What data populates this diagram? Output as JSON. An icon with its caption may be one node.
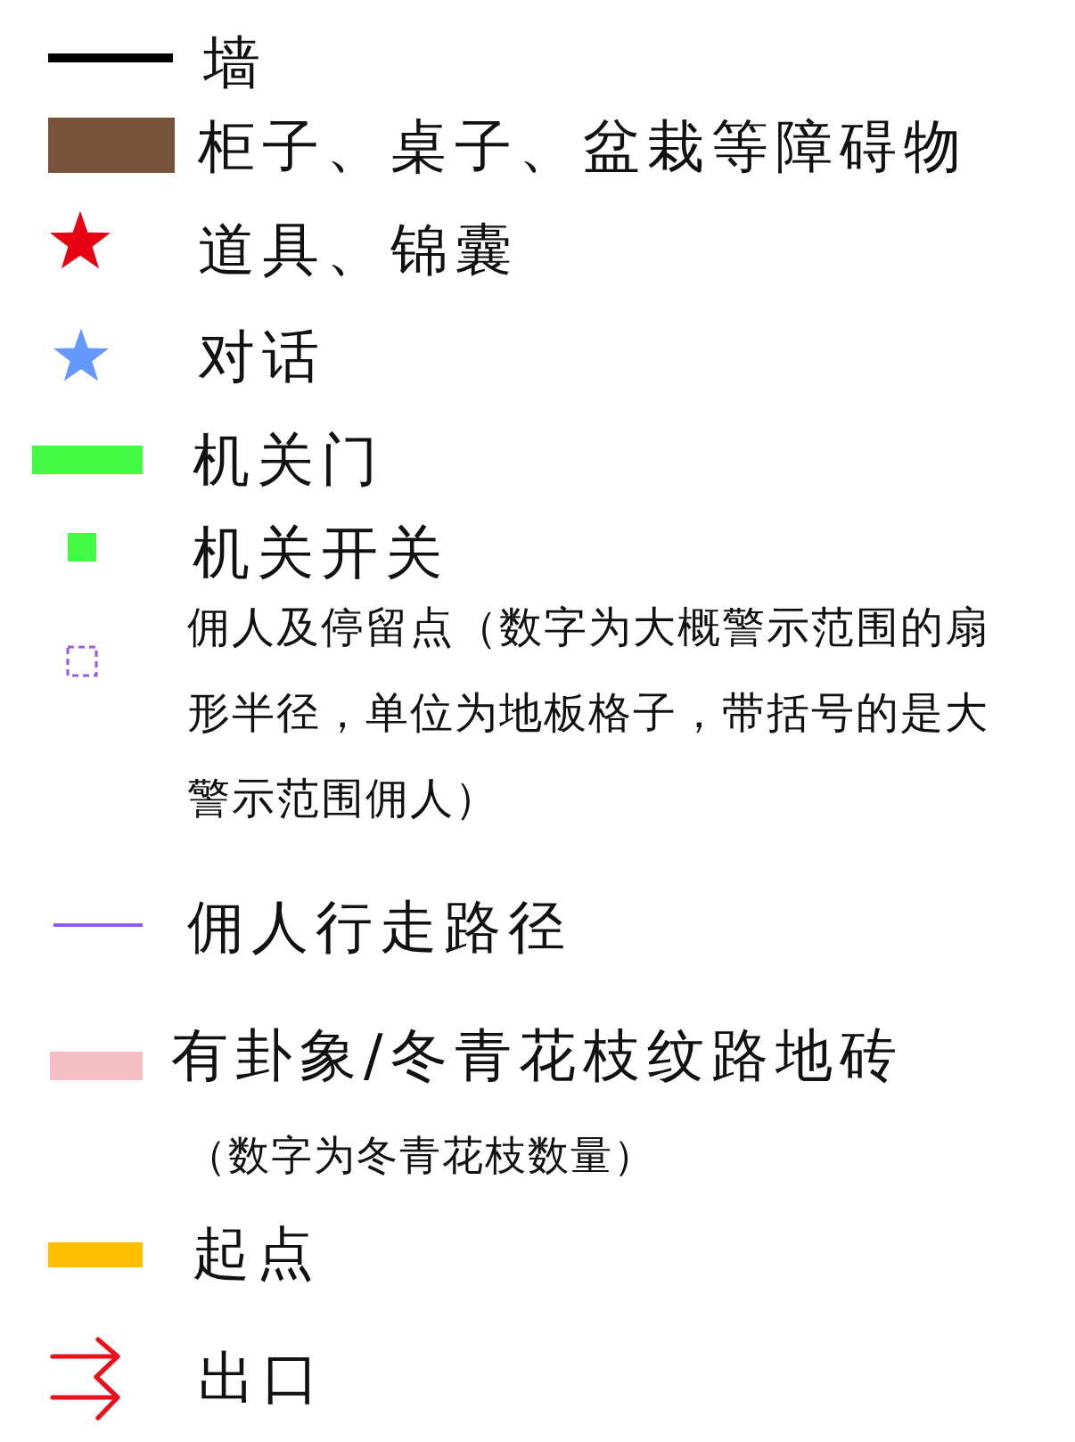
{
  "diagram": {
    "labels": [
      "（数字为冬青花枝数量）"
    ],
    "legend": [
      {
        "text": "墙"
      },
      {
        "text": "柜子、桌子、盆栽等障碍物",
        "color": "#77533a"
      },
      {
        "text": "道具、锦囊"
      },
      {
        "text": "对话"
      },
      {
        "text": "机关门",
        "color": "#44fb44"
      },
      {
        "text": "机关开关",
        "color": "#44fb44"
      },
      {
        "text": "佣人及停留点（数字为大概警示范围的扇形半径，单位为地板格子，带括号的是大警示范围佣人）"
      },
      {
        "text": "佣人行走路径"
      },
      {
        "text": "有卦象/冬青花枝纹路地砖",
        "color": "#f6bec4"
      },
      {
        "text": "起点",
        "color": "#ffbe00"
      },
      {
        "text": "出口"
      }
    ]
  }
}
